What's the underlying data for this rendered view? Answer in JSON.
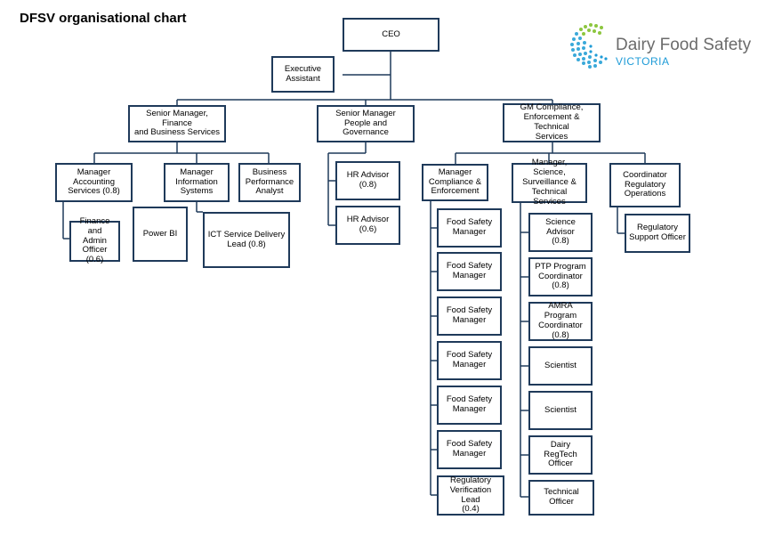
{
  "title": "DFSV organisational chart",
  "logo": {
    "name": "Dairy Food Safety",
    "sub": "VICTORIA"
  },
  "colors": {
    "box_border": "#1f3a5a",
    "line": "#1f3a5a",
    "logo_blue": "#1e9bd7",
    "logo_green": "#8dc63f"
  },
  "nodes": {
    "ceo": "CEO",
    "ea": "Executive\nAssistant",
    "smf": "Senior Manager, Finance\nand Business Services",
    "smp": "Senior Manager\nPeople and Governance",
    "gm": "GM Compliance,\nEnforcement & Technical\nServices",
    "mas": "Manager\nAccounting\nServices (0.8)",
    "fao": "Finance and\nAdmin Officer\n(0.6)",
    "mis": "Manager\nInformation\nSystems",
    "pbi": "Power BI",
    "ict": "ICT Service Delivery\nLead (0.8)",
    "bpa": "Business\nPerformance\nAnalyst",
    "hr1": "HR Advisor (0.8)",
    "hr2": "HR Advisor (0.6)",
    "mce": "Manager\nCompliance &\nEnforcement",
    "fsm1": "Food Safety\nManager",
    "fsm2": "Food Safety\nManager",
    "fsm3": "Food Safety\nManager",
    "fsm4": "Food Safety\nManager",
    "fsm5": "Food Safety\nManager",
    "fsm6": "Food Safety\nManager",
    "rvl": "Regulatory\nVerification Lead\n(0.4)",
    "mss": "Manager, Science,\nSurveillance &\nTechnical Services",
    "sa": "Science Advisor\n(0.8)",
    "ptp": "PTP Program\nCoordinator\n(0.8)",
    "amra": "AMRA Program\nCoordinator\n(0.8)",
    "sci1": "Scientist",
    "sci2": "Scientist",
    "drt": "Dairy RegTech\nOfficer",
    "to": "Technical Officer",
    "cro": "Coordinator\nRegulatory\nOperations",
    "rso": "Regulatory\nSupport Officer"
  }
}
